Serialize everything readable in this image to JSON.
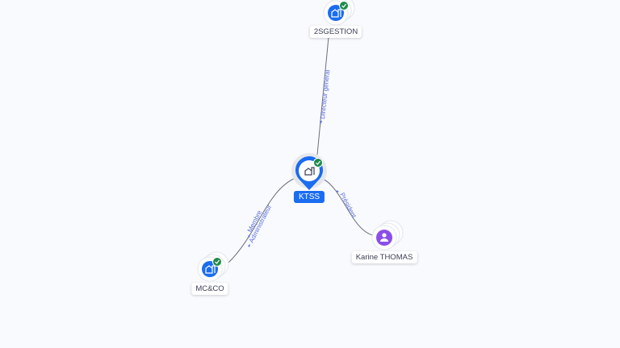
{
  "nodes": {
    "center": {
      "name": "KTSS",
      "type": "company",
      "verified": true
    },
    "top": {
      "name": "2SGESTION",
      "type": "company",
      "verified": true
    },
    "left": {
      "name": "MC&CO",
      "type": "company",
      "verified": true
    },
    "right": {
      "name": "Karine THOMAS",
      "type": "person",
      "verified": false
    }
  },
  "edges": {
    "top": {
      "label": "Directeur général"
    },
    "left": {
      "label_1": "Membre",
      "label_2": "Administrateur"
    },
    "right": {
      "label": "Président"
    }
  },
  "colors": {
    "company": "#1a6cf0",
    "person": "#8b4fe8",
    "verified": "#1f8a4c",
    "edge_label": "#5b6ee0"
  }
}
